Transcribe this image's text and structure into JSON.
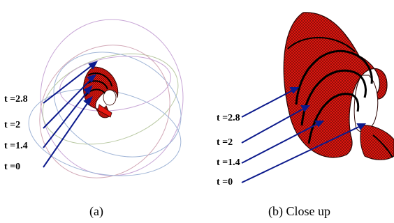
{
  "panel_a": {
    "labels": [
      "t =2.8",
      "t =2",
      "t =1.4",
      "t =0"
    ],
    "caption": "(a)"
  },
  "panel_b": {
    "labels": [
      "t =2.8",
      "t =2",
      "t =1.4",
      "t =0"
    ],
    "caption": "(b) Close up"
  },
  "colors": {
    "surface": "#e8160f",
    "surface_dark": "#8a0d08",
    "arrow": "#0c1a8c",
    "wireframe": [
      "#c8a6d6",
      "#b9c9a3",
      "#9fb4d6",
      "#d2a7b6"
    ]
  }
}
